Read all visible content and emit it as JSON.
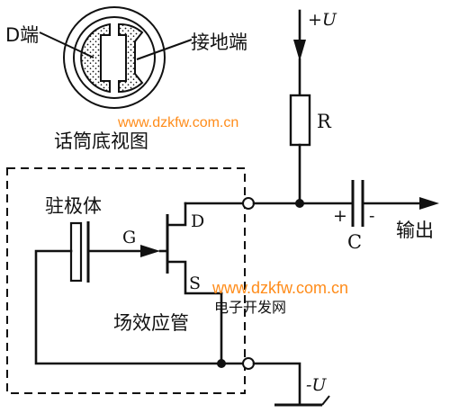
{
  "labels": {
    "d_terminal": "D端",
    "ground_terminal": "接地端",
    "mic_bottom_view": "话筒底视图",
    "electret": "驻极体",
    "gate": "G",
    "drain": "D",
    "source": "S",
    "fet": "场效应管",
    "resistor": "R",
    "capacitor": "C",
    "plus_u": "+U",
    "minus_u": "-U",
    "output": "输出",
    "cap_plus": "+",
    "cap_minus": "-"
  },
  "watermarks": {
    "top": "www.dzkfw.com.cn",
    "bottom": "www.dzkfw.com.cn",
    "bottom_cn": "电子开发网"
  },
  "colors": {
    "watermark": "#ff8c1a",
    "ink": "#111111"
  }
}
